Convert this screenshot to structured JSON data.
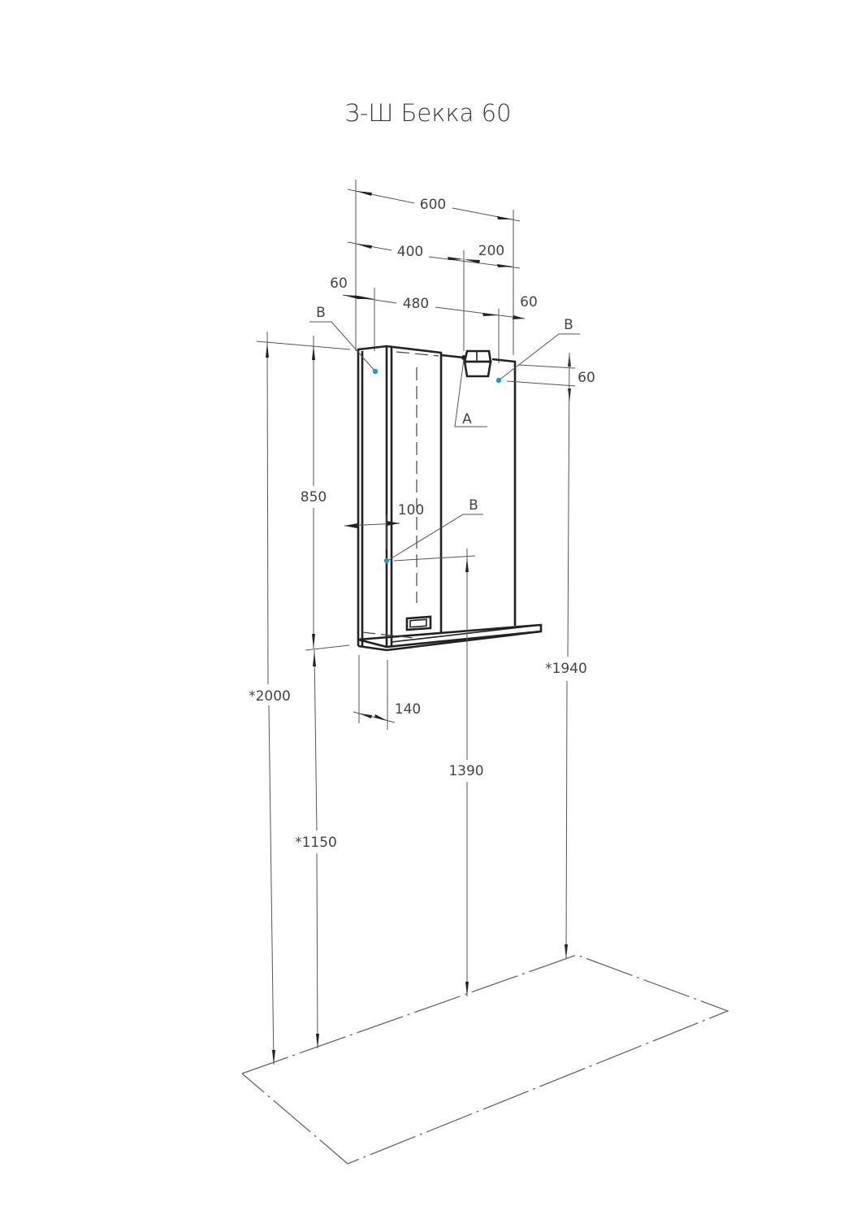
{
  "title": "З-Ш Бекка 60",
  "dimensions": {
    "total_width": "600",
    "left_part_width": "400",
    "right_part_width": "200",
    "mount_spacing": "480",
    "left_offset": "60",
    "right_offset": "60",
    "top_offset_right": "60",
    "cabinet_height": "850",
    "side_offset": "100",
    "depth": "140",
    "mount_height_lower": "1390",
    "mount_height_upper": "*1940",
    "ceiling_height": "*2000",
    "cabinet_bottom_height": "*1150"
  },
  "callouts": {
    "lamp": "A",
    "mount_point_top_left": "B",
    "mount_point_top_right": "B",
    "mount_point_lower": "B"
  },
  "colors": {
    "mount_point": "#1a9fc0",
    "line": "#222222"
  }
}
